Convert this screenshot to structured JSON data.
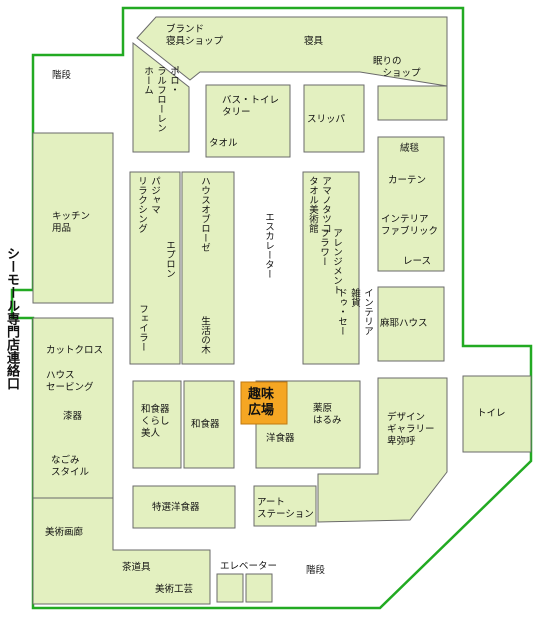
{
  "floor_map": {
    "side_label": "シーモール専門店連絡口",
    "areas": {
      "brand_bedding": "ブランド\n寝具ショップ",
      "bedding": "寝具",
      "sleep_shop": "眠りの\n　ショップ",
      "polo_ralph": "ポロ・\nラルフローレン\nホーム",
      "bath_toilet": "バス・トイレ\nタリー",
      "towel": "タオル",
      "slipper": "スリッパ",
      "kitchen": "キッチン\n用品",
      "pajama": "パジャマ\nリラクシング",
      "apron": "エプロン",
      "feiler": "フェイラー",
      "house_blouse": "ハウスオブローゼ",
      "seikatsu": "生活の木",
      "escalator": "エスカレーター",
      "amano": "アマノタツコ\nタオル美術館",
      "arrangement": "アレンジメント\nフラワー",
      "zakka": "インテリア\n雑貨\nドゥ・セー",
      "rug": "絨毯",
      "curtain": "カーテン",
      "interior_fabric": "インテリア\nファブリック",
      "lace": "レース",
      "hemp": "麻耶ハウス",
      "cutcross": "カットクロス",
      "house_seeing": "ハウス\nセービング",
      "lacquer": "漆器",
      "nagomi": "なごみ\nスタイル",
      "japanese_food_life": "和食器\nくらし\n美人",
      "japanese_ware": "和食器",
      "hobby_plaza": "趣味\n広場",
      "western_ware": "洋食器",
      "kusahara": "薬原\nはるみ",
      "design_gallery": "デザイン\nギャラリー\n卑弥呼",
      "toilet": "トイレ",
      "selected_western": "特選洋食器",
      "art_station": "アート\nステーション",
      "art_corridor": "美術画廊",
      "tea_utensils": "茶道具",
      "art_crafts": "美術工芸",
      "elevator": "エレベーター",
      "stairs_top": "階段",
      "stairs_bottom": "階段"
    },
    "colors": {
      "floor_border": "#22aa22",
      "shop_fill": "#e3f0c0",
      "shop_stroke": "#6a6a6a",
      "highlight_fill": "#f5a623",
      "highlight_stroke": "#c07a10"
    }
  }
}
